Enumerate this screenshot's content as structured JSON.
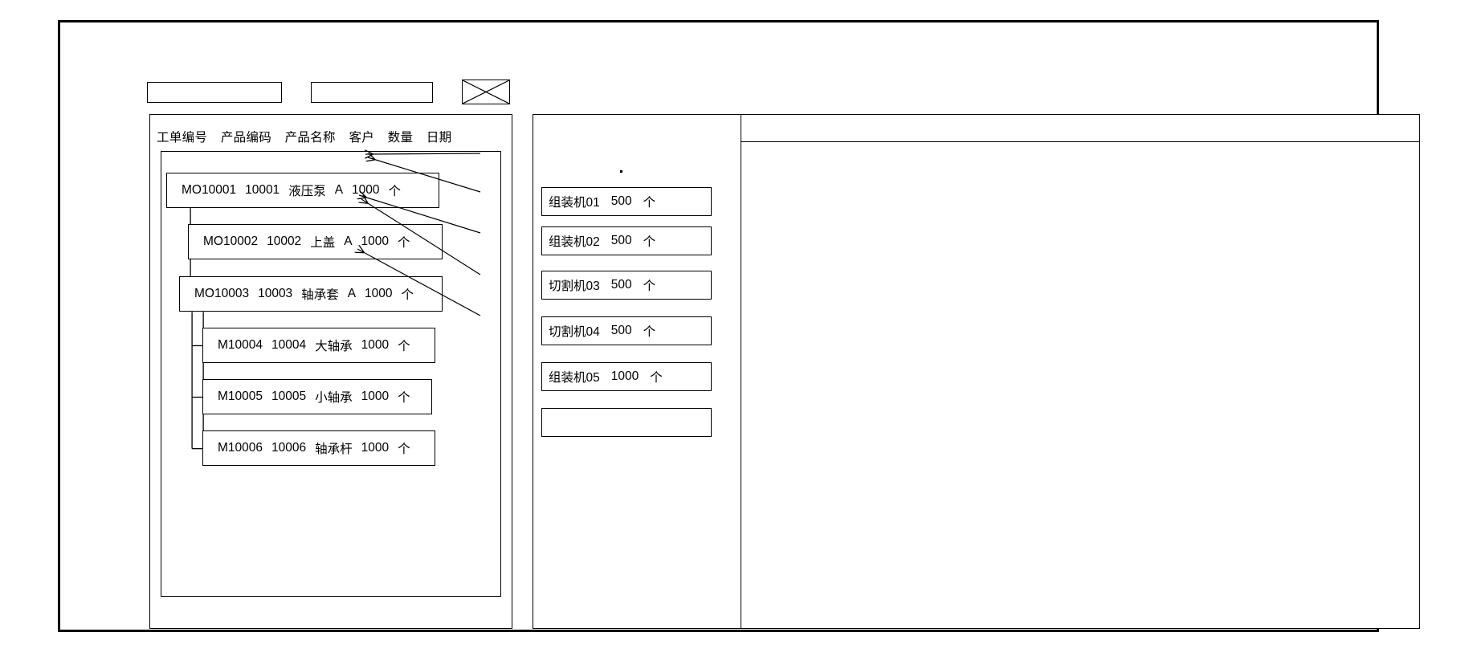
{
  "window": {
    "title": ""
  },
  "toolbar": {
    "field_1_value": "",
    "field_2_value": "",
    "image_placeholder_name": "image-placeholder-icon"
  },
  "left_panel": {
    "columns": [
      {
        "label": "工单编号"
      },
      {
        "label": "产品编码"
      },
      {
        "label": "产品名称"
      },
      {
        "label": "客户"
      },
      {
        "label": "数量"
      },
      {
        "label": "日期"
      }
    ],
    "tree_nodes": [
      {
        "level": 0,
        "order_no": "MO10001",
        "product_code": "10001",
        "product_name": "液压泵",
        "customer": "A",
        "quantity": "1000",
        "unit": "个"
      },
      {
        "level": 1,
        "order_no": "MO10002",
        "product_code": "10002",
        "product_name": "上盖",
        "customer": "A",
        "quantity": "1000",
        "unit": "个"
      },
      {
        "level": 1,
        "order_no": "MO10003",
        "product_code": "10003",
        "product_name": "轴承套",
        "customer": "A",
        "quantity": "1000",
        "unit": "个"
      },
      {
        "level": 2,
        "order_no": "M10004",
        "product_code": "10004",
        "product_name": "大轴承",
        "customer": "",
        "quantity": "1000",
        "unit": "个"
      },
      {
        "level": 2,
        "order_no": "M10005",
        "product_code": "10005",
        "product_name": "小轴承",
        "customer": "",
        "quantity": "1000",
        "unit": "个"
      },
      {
        "level": 2,
        "order_no": "M10006",
        "product_code": "10006",
        "product_name": "轴承杆",
        "customer": "",
        "quantity": "1000",
        "unit": "个"
      }
    ]
  },
  "middle_panel": {
    "operations": [
      {
        "machine": "组装机01",
        "quantity": "500",
        "unit": "个"
      },
      {
        "machine": "组装机02",
        "quantity": "500",
        "unit": "个"
      },
      {
        "machine": "切割机03",
        "quantity": "500",
        "unit": "个"
      },
      {
        "machine": "切割机04",
        "quantity": "500",
        "unit": "个"
      },
      {
        "machine": "组装机05",
        "quantity": "1000",
        "unit": "个"
      },
      {
        "machine": "",
        "quantity": "",
        "unit": ""
      }
    ]
  },
  "right_panel": {
    "header_text": "",
    "body_text": ""
  },
  "colors": {
    "stroke": "#000000",
    "background": "#ffffff"
  }
}
